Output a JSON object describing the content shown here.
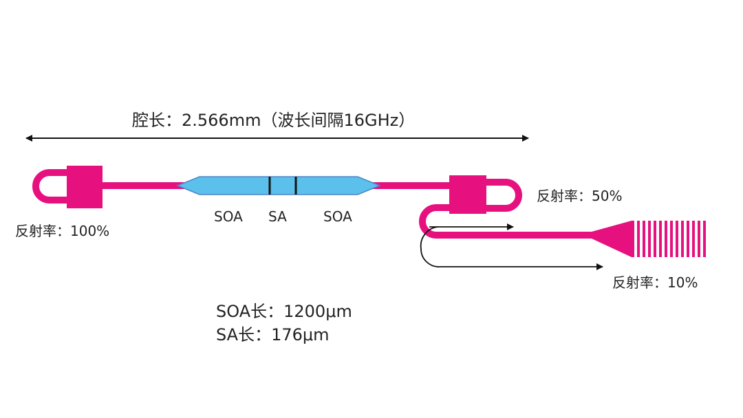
{
  "colors": {
    "waveguide": "#E6117F",
    "soa_fill": "#5BC0EB",
    "soa_stroke": "#4A86C8",
    "divider": "#111111",
    "arrow": "#111111",
    "text": "#222222"
  },
  "labels": {
    "cavity_length": "腔长：2.566mm（波长间隔16GHz）",
    "soa_left": "SOA",
    "sa": "SA",
    "soa_right": "SOA",
    "reflect_left": "反射率：100%",
    "reflect_mid": "反射率：50%",
    "reflect_out": "反射率：10%",
    "soa_length": "SOA长：1200μm",
    "sa_length": "SA长：176μm"
  },
  "grating": {
    "teeth": 14
  }
}
